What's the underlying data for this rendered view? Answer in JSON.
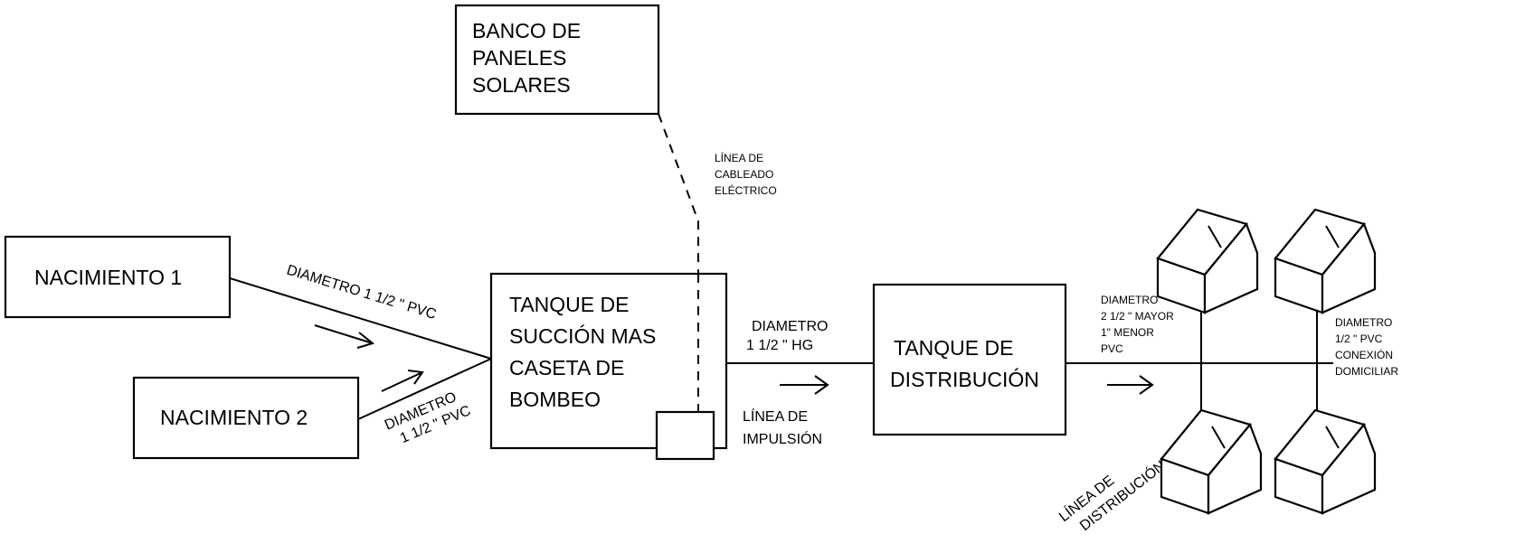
{
  "nodes": {
    "paneles": [
      "BANCO DE",
      "PANELES",
      "SOLARES"
    ],
    "nacimiento1": "NACIMIENTO 1",
    "nacimiento2": "NACIMIENTO 2",
    "tanque_succion": [
      "TANQUE DE",
      "SUCCIÓN MAS",
      "CASETA DE",
      "BOMBEO"
    ],
    "tanque_distribucion": [
      "TANQUE DE",
      "DISTRIBUCIÓN"
    ]
  },
  "labels": {
    "cableado": [
      "LÍNEA DE",
      "CABLEADO",
      "ELÉCTRICO"
    ],
    "pipe1": "DIAMETRO 1 1/2 \" PVC",
    "pipe2": [
      "DIAMETRO",
      "1 1/2 \" PVC"
    ],
    "impulsion_diam": [
      "DIAMETRO",
      "1 1/2 \" HG"
    ],
    "impulsion_line": [
      "LÍNEA DE",
      "IMPULSIÓN"
    ],
    "distribucion_diam": [
      "DIAMETRO",
      "2 1/2 \" MAYOR",
      "1\" MENOR",
      "PVC"
    ],
    "distribucion_line": [
      "LÍNEA DE",
      "DISTRIBUCIÓN"
    ],
    "conexion": [
      "DIAMETRO",
      "1/2 \" PVC",
      "CONEXIÓN",
      "DOMICILIAR"
    ]
  }
}
